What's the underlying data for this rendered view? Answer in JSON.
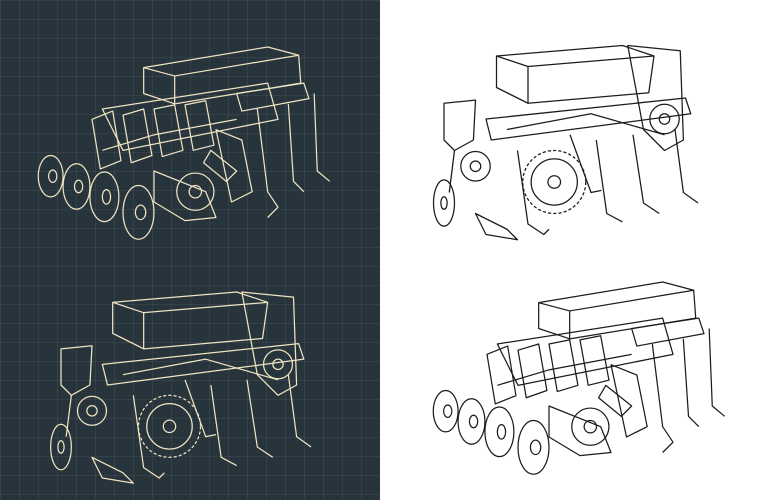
{
  "colors": {
    "blueprint_background": "#27343b",
    "blueprint_line": "#efe3c2",
    "paper_background": "#ffffff",
    "paper_line": "#1c1c1c"
  },
  "drawings": [
    {
      "panel": "blueprint",
      "view": "front-left",
      "icon": "seed-drill-drawing"
    },
    {
      "panel": "blueprint",
      "view": "rear-right",
      "icon": "seed-drill-drawing"
    },
    {
      "panel": "paper",
      "view": "rear-right",
      "icon": "seed-drill-drawing"
    },
    {
      "panel": "paper",
      "view": "front-left",
      "icon": "seed-drill-drawing"
    }
  ]
}
